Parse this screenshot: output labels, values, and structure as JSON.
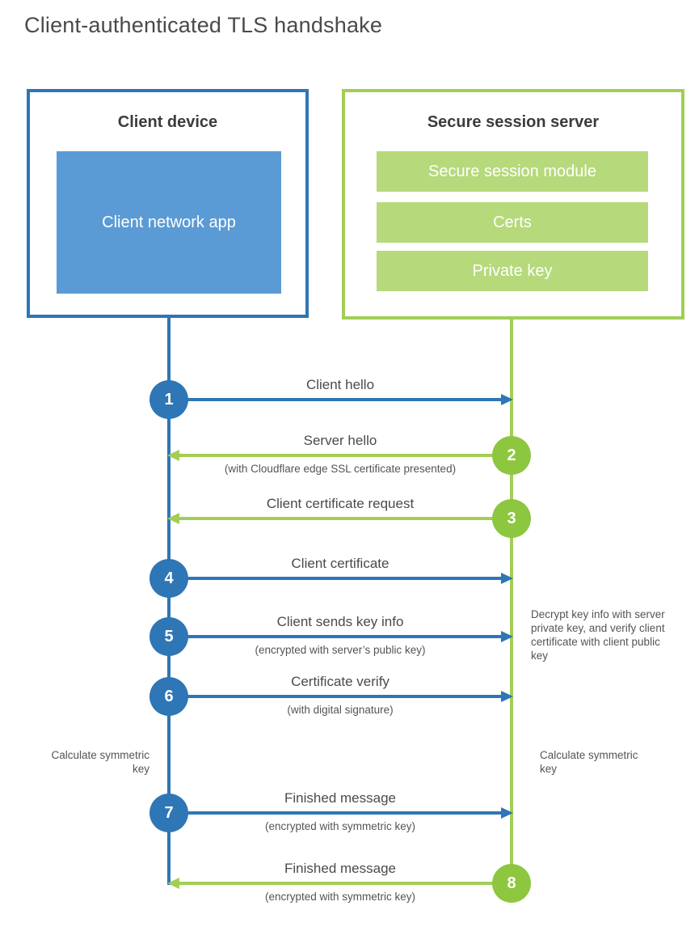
{
  "title": "Client-authenticated TLS handshake",
  "colors": {
    "client_blue": "#2e76b5",
    "client_fill_blue": "#5b9bd5",
    "server_green_border": "#a2ce55",
    "server_green_circle": "#8dc63f",
    "server_green_fill": "#b6d97b",
    "heading_text": "#3c3c3c",
    "label_text": "#4a4a4a",
    "sublabel_text": "#545454"
  },
  "client": {
    "title": "Client device",
    "app_label": "Client network app"
  },
  "server": {
    "title": "Secure session server",
    "modules": [
      "Secure session module",
      "Certs",
      "Private key"
    ]
  },
  "steps": [
    {
      "number": "1",
      "label": "Client hello",
      "sublabel": "",
      "from": "client",
      "to": "server"
    },
    {
      "number": "2",
      "label": "Server hello",
      "sublabel": "(with Cloudflare edge SSL certificate presented)",
      "from": "server",
      "to": "client"
    },
    {
      "number": "3",
      "label": "Client certificate request",
      "sublabel": "",
      "from": "server",
      "to": "client"
    },
    {
      "number": "4",
      "label": "Client certificate",
      "sublabel": "",
      "from": "client",
      "to": "server"
    },
    {
      "number": "5",
      "label": "Client sends key info",
      "sublabel": "(encrypted with server’s public key)",
      "from": "client",
      "to": "server"
    },
    {
      "number": "6",
      "label": "Certificate verify",
      "sublabel": "(with digital signature)",
      "from": "client",
      "to": "server"
    },
    {
      "number": "7",
      "label": "Finished message",
      "sublabel": "(encrypted with symmetric key)",
      "from": "client",
      "to": "server"
    },
    {
      "number": "8",
      "label": "Finished message",
      "sublabel": "(encrypted with symmetric key)",
      "from": "server",
      "to": "client"
    }
  ],
  "notes": {
    "decrypt_note": "Decrypt key info with server private key, and verify client certificate with client public key",
    "calculate_left": "Calculate symmetric key",
    "calculate_right": "Calculate symmetric key"
  }
}
